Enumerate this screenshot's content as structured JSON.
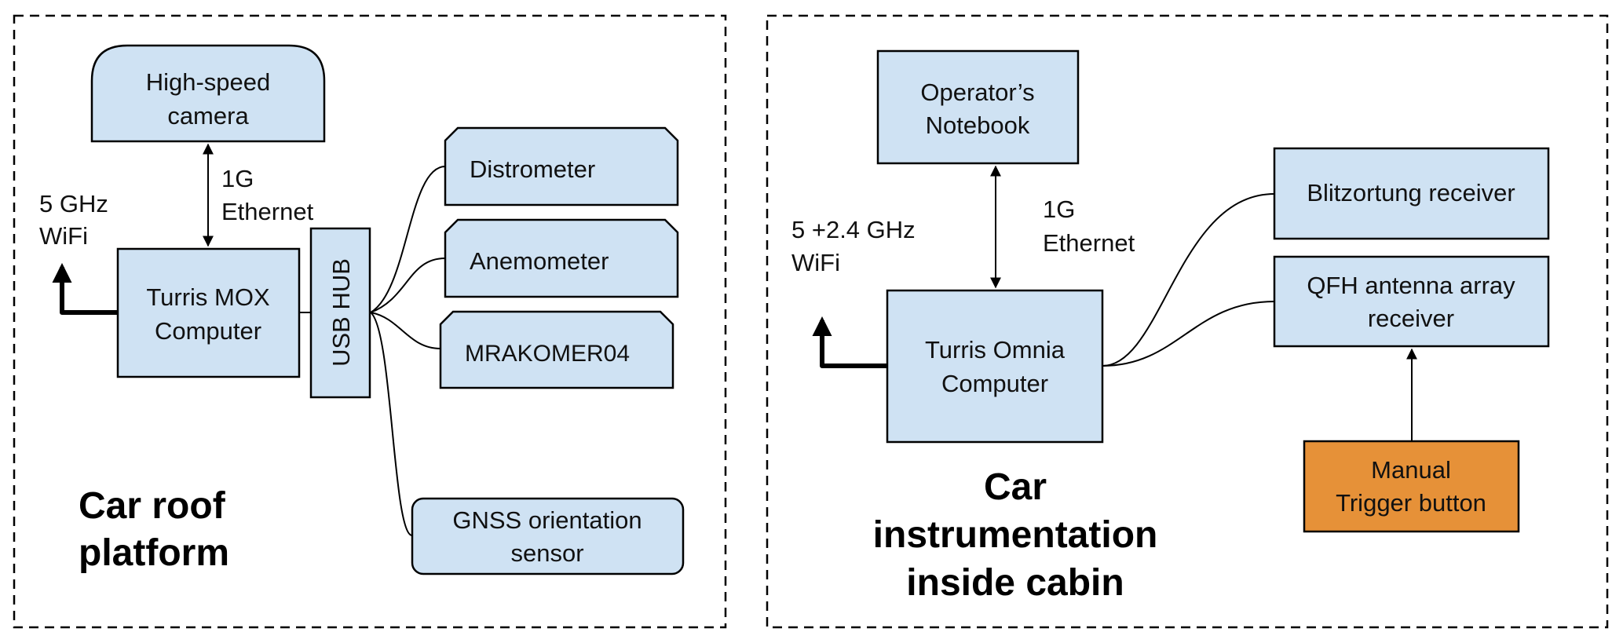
{
  "colors": {
    "node_fill": "#cfe2f3",
    "trigger_fill": "#e69138",
    "stroke": "#000000"
  },
  "roof_panel": {
    "title_lines": [
      "Car roof",
      "platform"
    ],
    "camera": {
      "lines": [
        "High-speed",
        "camera"
      ]
    },
    "camera_link": {
      "lines": [
        "1G",
        "Ethernet"
      ]
    },
    "wifi": {
      "lines": [
        "5 GHz",
        "WiFi"
      ]
    },
    "computer": {
      "lines": [
        "Turris MOX",
        "Computer"
      ]
    },
    "usb_hub": {
      "label": "USB HUB"
    },
    "sensors": [
      {
        "label": "Distrometer"
      },
      {
        "label": "Anemometer"
      },
      {
        "label": "MRAKOMER04"
      }
    ],
    "gnss": {
      "lines": [
        "GNSS orientation",
        "sensor"
      ]
    }
  },
  "cabin_panel": {
    "title_lines": [
      "Car",
      "instrumentation",
      "inside cabin"
    ],
    "notebook": {
      "lines": [
        "Operator’s",
        "Notebook"
      ]
    },
    "notebook_link": {
      "lines": [
        "1G",
        "Ethernet"
      ]
    },
    "wifi": {
      "lines": [
        "5 +2.4 GHz",
        "WiFi"
      ]
    },
    "computer": {
      "lines": [
        "Turris Omnia",
        "Computer"
      ]
    },
    "blitzortung": {
      "label": "Blitzortung receiver"
    },
    "qfh": {
      "lines": [
        "QFH antenna array",
        "receiver"
      ]
    },
    "trigger": {
      "lines": [
        "Manual",
        "Trigger button"
      ]
    }
  }
}
